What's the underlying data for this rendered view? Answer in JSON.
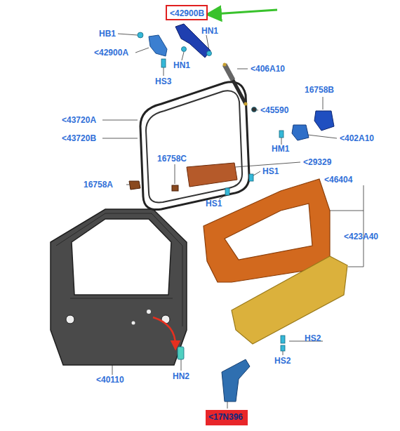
{
  "diagram": {
    "nodes": [
      {
        "text": [
          "<42900B"
        ]
      },
      {
        "text": [
          "<17N396"
        ]
      }
    ],
    "labels": [
      "HB1",
      "HN1",
      "<42900A",
      "HN1",
      "HS3",
      "<406A10",
      "16758B",
      "<45590",
      "<43720A",
      "<43720B",
      "<402A10",
      "HM1",
      "16758C",
      "<29329",
      "HS1",
      "16758A",
      "HS1",
      "<46404",
      "<423A40",
      "HS2",
      "HS2",
      "HN2",
      "<40110"
    ]
  }
}
